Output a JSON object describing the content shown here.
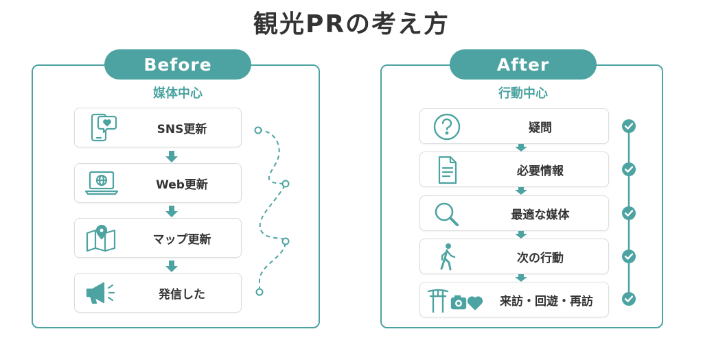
{
  "title": "観光PRの考え方",
  "before": {
    "label": "Before",
    "subtitle": "媒体中心",
    "steps": [
      {
        "label": "SNS更新",
        "icon": "smartphone-heart-icon"
      },
      {
        "label": "Web更新",
        "icon": "laptop-globe-icon"
      },
      {
        "label": "マップ更新",
        "icon": "map-pin-icon"
      },
      {
        "label": "発信した",
        "icon": "megaphone-icon"
      }
    ]
  },
  "after": {
    "label": "After",
    "subtitle": "行動中心",
    "steps": [
      {
        "label": "疑問",
        "icon": "question-circle-icon"
      },
      {
        "label": "必要情報",
        "icon": "document-icon"
      },
      {
        "label": "最適な媒体",
        "icon": "magnifier-icon"
      },
      {
        "label": "次の行動",
        "icon": "walking-person-icon"
      },
      {
        "label": "来訪・回遊・再訪",
        "icon": "torii-camera-heart-icon"
      }
    ]
  },
  "colors": {
    "accent": "#4ca3a1",
    "text": "#333333",
    "card_border": "#d9dddd"
  }
}
